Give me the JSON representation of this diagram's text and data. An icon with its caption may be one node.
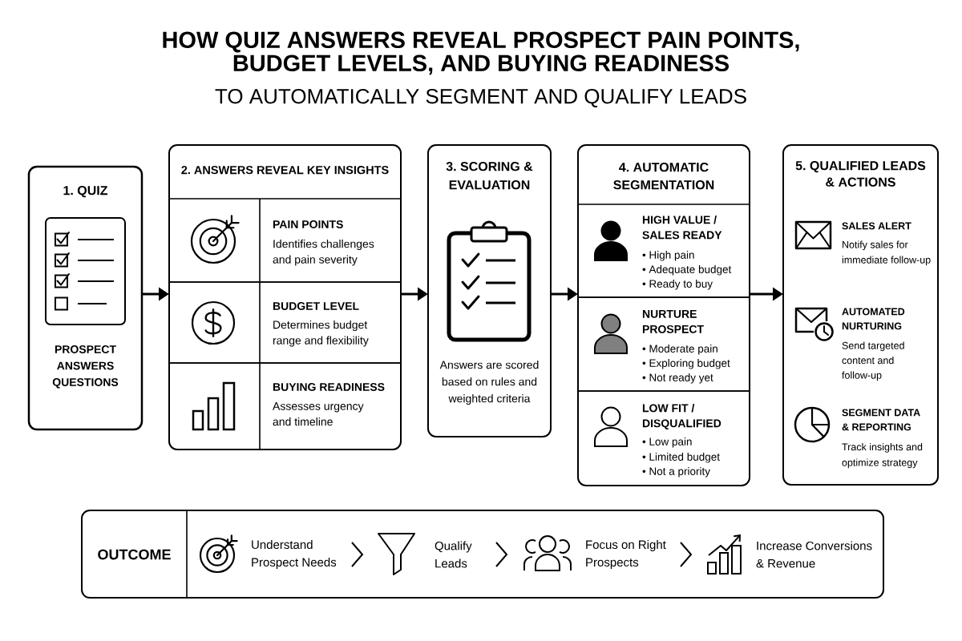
{
  "diagram": {
    "title": "HOW QUIZ ANSWERS REVEAL PROSPECT PAIN POINTS, BUDGET LEVELS, AND BUYING READINESS",
    "nodes": [
      {
        "text": [
          "1. QUIZ",
          "PROSPECT ANSWERS QUESTIONS"
        ]
      },
      {
        "text": [
          "2. ANSWERS REVEAL KEY INSIGHTS"
        ]
      },
      {
        "text": [
          "PAIN POINTS",
          "Identifies challenges and pain severity"
        ],
        "in": 1
      },
      {
        "text": [
          "BUDGET LEVEL",
          "Determines budget range and flexibility"
        ],
        "in": 1
      },
      {
        "text": [
          "BUYING READINESS",
          "Assesses urgency and timeline"
        ],
        "in": 1
      },
      {
        "text": [
          "3. SCORING & EVALUATION",
          "Answers are scored based on rules and weighted criteria"
        ]
      },
      {
        "text": [
          "4. AUTOMATIC SEGMENTATION"
        ]
      },
      {
        "text": [
          "HIGH VALUE / SALES READY",
          "• High pain",
          "• Adequate budget",
          "• Ready to buy"
        ],
        "in": 6
      },
      {
        "text": [
          "NURTURE PROSPECT",
          "• Moderate pain",
          "• Exploring budget",
          "• Not ready yet"
        ],
        "in": 6
      },
      {
        "text": [
          "LOW FIT / DISQUALIFIED",
          "• Low pain",
          "• Limited budget",
          "• Not a priority"
        ],
        "in": 6
      },
      {
        "text": [
          "5. QUALIFIED LEADS & ACTIONS",
          "SALES ALERT",
          "Notify sales for immediate follow-up",
          "AUTOMATED NURTURING",
          "Send targeted content and follow-up",
          "SEGMENT DATA & REPORTING",
          "Track insights and optimize strategy"
        ]
      },
      {
        "text": [
          "OUTCOME",
          "Understand Prospect Needs",
          "Qualify Leads",
          "Focus on Right Prospects",
          "Increase Conversions & Revenue"
        ]
      }
    ],
    "edges": [
      {
        "from": 0,
        "to": 1,
        "arrow": "to"
      },
      {
        "from": 1,
        "to": 5,
        "arrow": "to"
      },
      {
        "from": 5,
        "to": 6,
        "arrow": "to"
      },
      {
        "from": 6,
        "to": 10,
        "arrow": "to"
      }
    ],
    "labels": [
      "TO AUTOMATICALLY SEGMENT AND QUALIFY LEADS"
    ]
  }
}
